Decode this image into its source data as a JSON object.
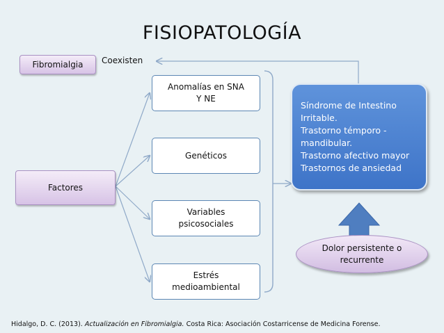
{
  "title": "FISIOPATOLOGÍA",
  "nodes": {
    "fibromialgia": "Fibromialgia",
    "coexisten": "Coexisten",
    "factores": "Factores",
    "anomalias_line1": "Anomalías en SNA",
    "anomalias_line2": "Y NE",
    "geneticos": "Genéticos",
    "variables_line1": "Variables",
    "variables_line2": "psicosociales",
    "estres_line1": "Estrés",
    "estres_line2": "medioambiental",
    "dolor_line1": "Dolor persistente o",
    "dolor_line2": "recurrente"
  },
  "conditions": [
    "Síndrome de Intestino",
    "Irritable.",
    "Trastorno témporo -",
    "mandibular.",
    "Trastorno afectivo mayor",
    "Trastornos de ansiedad"
  ],
  "citation": {
    "authors": "Hidalgo, D. C. (2013).",
    "work": "Actualización en Fibromialgia.",
    "publisher": "Costa Rica: Asociación Costarricense de Medicina Forense."
  },
  "colors": {
    "background": "#e9f1f4",
    "purple_node": "#d7c3e6",
    "blue_node": "#4a80cf",
    "arrow": "#4f7ec0",
    "connector": "#8fa9c8"
  }
}
